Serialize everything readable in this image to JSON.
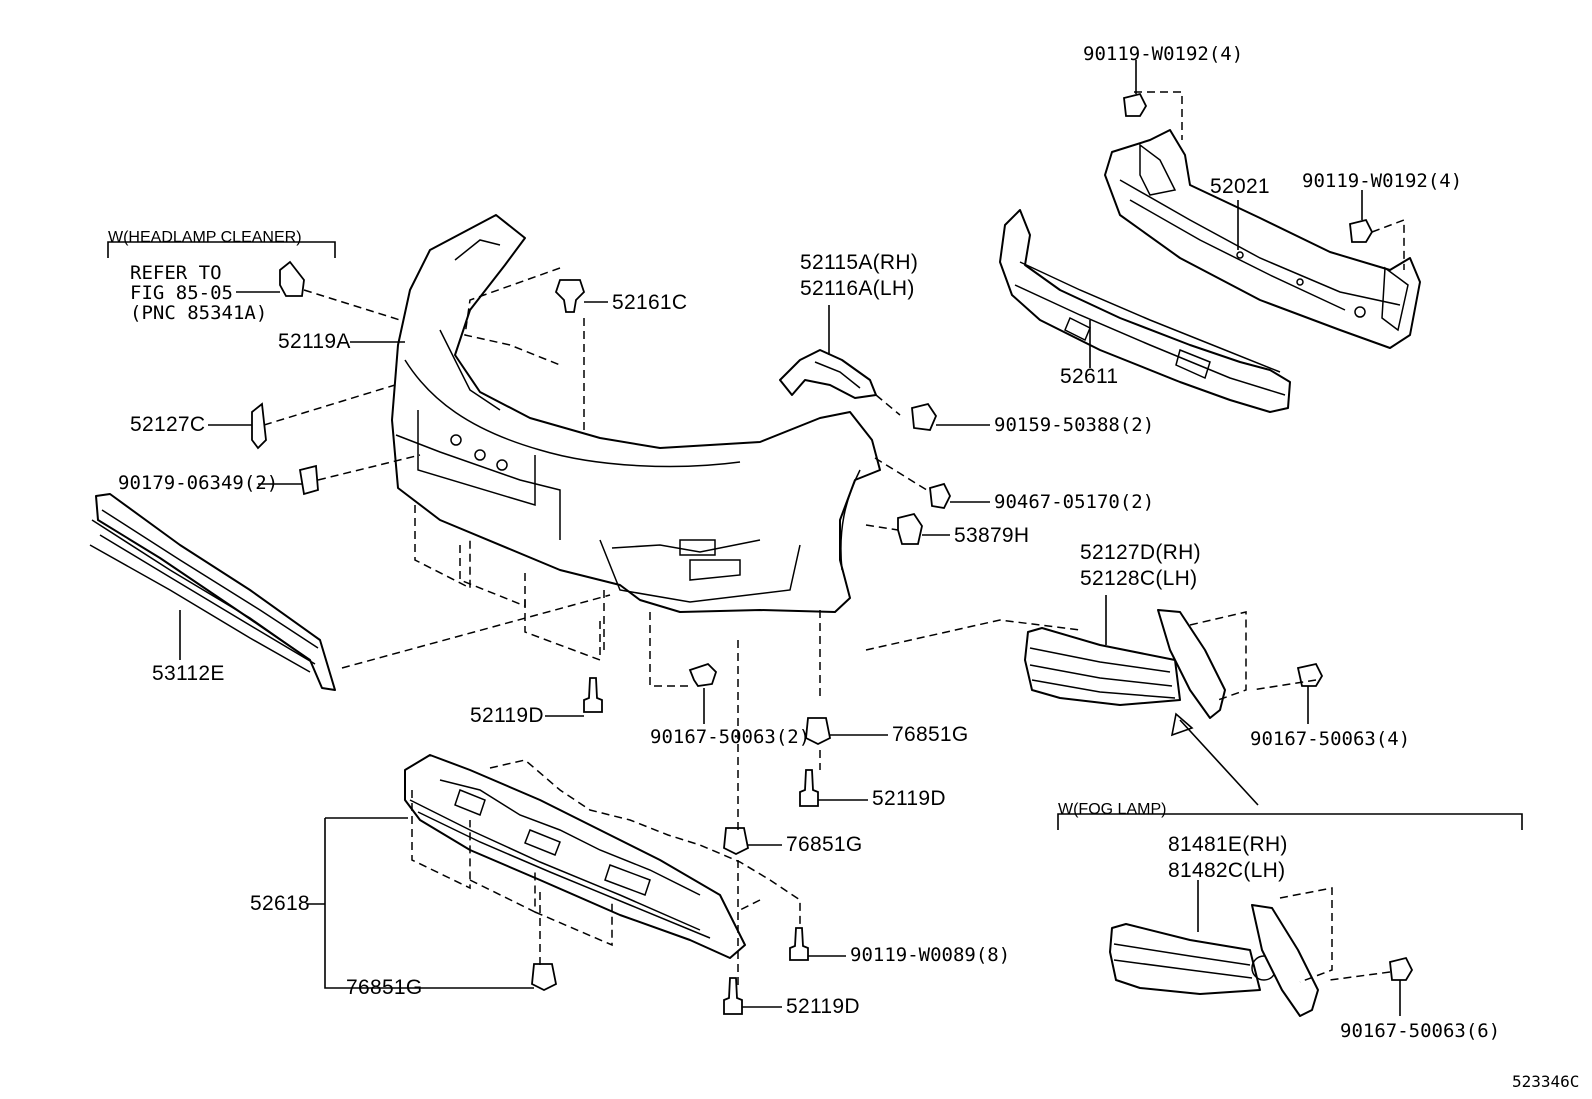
{
  "groups": {
    "headlamp_cleaner": "W(HEADLAMP CLEANER)",
    "fog_lamp": "W(FOG LAMP)"
  },
  "reference": {
    "line1": "REFER TO",
    "line2": "FIG 85-05",
    "line3": "(PNC 85341A)"
  },
  "parts": {
    "p52161C": "52161C",
    "p52119A": "52119A",
    "p52127C": "52127C",
    "p90179": "90179-06349(2)",
    "p53112E": "53112E",
    "p52119D_a": "52119D",
    "p90167_2": "90167-50063(2)",
    "p76851G_a": "76851G",
    "p52119D_b": "52119D",
    "p76851G_b": "76851G",
    "p52618": "52618",
    "p90119_8": "90119-W0089(8)",
    "p76851G_c": "76851G",
    "p52119D_c": "52119D",
    "p52115A": "52115A(RH)",
    "p52116A": "52116A(LH)",
    "p90159": "90159-50388(2)",
    "p90467": "90467-05170(2)",
    "p53879H": "53879H",
    "p52127D": "52127D(RH)",
    "p52128C": "52128C(LH)",
    "p90167_4": "90167-50063(4)",
    "p90119_4a": "90119-W0192(4)",
    "p52021": "52021",
    "p90119_4b": "90119-W0192(4)",
    "p52611": "52611",
    "p81481E": "81481E(RH)",
    "p81482C": "81482C(LH)",
    "p90167_6": "90167-50063(6)"
  },
  "figure_id": "523346C"
}
